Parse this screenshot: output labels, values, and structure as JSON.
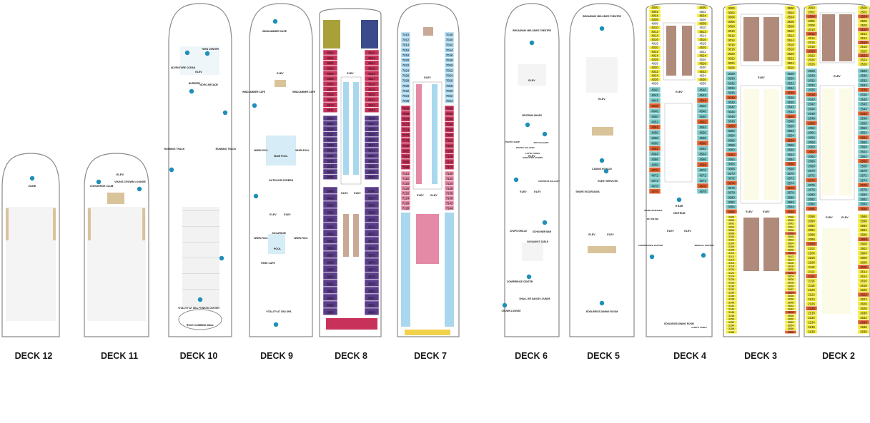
{
  "colors": {
    "hull": "#ffffff",
    "outline": "#8a8a8a",
    "wood": "#d9c39a",
    "teal": "#3aa6b9",
    "icon_blue": "#1d8fb8",
    "purple": "#5a3d8a",
    "crimson": "#c8325a",
    "olive": "#a8a13a",
    "navy": "#3a4a8a",
    "green": "#2f8a4f",
    "light_blue": "#a9d7ee",
    "pink": "#e48aa6",
    "tan": "#c9a995",
    "yellow": "#f2ea3a",
    "cyan": "#7cc9c8",
    "orange": "#e0602f",
    "brown": "#b08a7a",
    "text_dark": "#1a1a1a"
  },
  "decks": [
    {
      "key": "d12",
      "label": "DECK 12",
      "venues": [
        "ZONE"
      ]
    },
    {
      "key": "d11",
      "label": "DECK 11",
      "venues": [
        "ELEV",
        "CONCIERGE CLUB",
        "VIKING CROWN LOUNGE"
      ]
    },
    {
      "key": "d10",
      "label": "DECK 10",
      "venues": [
        "ADVENTURE OCEAN",
        "TEEN CENTER",
        "ELEV",
        "NURSERY",
        "VIDEO ARCADE",
        "RUNNING TRACK",
        "RUNNING TRACK",
        "VITALITY AT SEA FITNESS CENTER",
        "ROCK CLIMBING WALL"
      ]
    },
    {
      "key": "d9",
      "label": "DECK 9",
      "venues": [
        "WINDJAMMER CAFE",
        "WINDJAMMER CAFE",
        "WINDJAMMER CAFE",
        "ELEV",
        "MAIN POOL",
        "WHIRLPOOL",
        "WHIRLPOOL",
        "OUTDOOR SCREEN",
        "ELEV",
        "ELEV",
        "WHIRLPOOL",
        "SOLARIUM",
        "WHIRLPOOL",
        "POOL",
        "PARK CAFE",
        "VITALITY AT SEA SPA"
      ]
    },
    {
      "key": "d8",
      "label": "DECK 8",
      "venues": [
        "ELEV",
        "ELEV",
        "ELEV"
      ],
      "cabins": [
        "8500",
        "8501",
        "8502",
        "8503",
        "8504",
        "8505",
        "8506",
        "8507",
        "8508",
        "8509",
        "8510",
        "8511",
        "8512",
        "8513",
        "8514",
        "8515",
        "8516",
        "8517",
        "8518",
        "8519",
        "8520",
        "8521",
        "8522",
        "8523",
        "8524",
        "8525",
        "8526",
        "8527",
        "8528",
        "8529",
        "8530",
        "8531",
        "8532",
        "8533",
        "8534",
        "8535",
        "8536",
        "8537",
        "8538",
        "8539",
        "8540",
        "8541",
        "8542",
        "8543",
        "8544",
        "8545",
        "8546",
        "8547",
        "8548",
        "8549",
        "8550",
        "8551",
        "8552",
        "8553",
        "8554",
        "8555",
        "8556",
        "8557",
        "8558",
        "8559",
        "8560",
        "8561",
        "8562",
        "8563",
        "8564",
        "8565",
        "8566",
        "8567",
        "8568",
        "8569",
        "8570",
        "8571",
        "8572",
        "8573",
        "8574",
        "8575",
        "8576",
        "8577",
        "8578",
        "8579",
        "8580",
        "8581",
        "8582",
        "8583",
        "8584"
      ]
    },
    {
      "key": "d7",
      "label": "DECK 7",
      "venues": [
        "ELEV",
        "ELEV",
        "ELEV"
      ],
      "cabins": [
        "7010",
        "7012",
        "7014",
        "7016",
        "7018",
        "7020",
        "7022",
        "7024",
        "7026",
        "7028",
        "7030",
        "7032",
        "7034",
        "7036",
        "7038",
        "7040",
        "7042",
        "7044",
        "7046",
        "7048",
        "7050",
        "7052",
        "7054",
        "7056",
        "7058",
        "7060",
        "7062",
        "7064",
        "7066",
        "7068",
        "7070",
        "7072",
        "7074",
        "7076",
        "7078",
        "7080",
        "7082",
        "7084",
        "7086",
        "7088",
        "7090",
        "7092",
        "7094",
        "7096",
        "7098",
        "7100",
        "7102",
        "7104",
        "7106",
        "7108",
        "7110",
        "7112",
        "7114",
        "7116",
        "7118",
        "7120",
        "7122",
        "7124",
        "7126",
        "7128",
        "7130",
        "7132",
        "7134",
        "7136",
        "7138",
        "7140",
        "7142",
        "7144",
        "7146",
        "7148",
        "7150",
        "7152",
        "7154",
        "7156",
        "7158"
      ]
    },
    {
      "key": "d6",
      "label": "DECK 6",
      "venues": [
        "BROADWAY MELODIES THEATRE",
        "ELEV",
        "CENTRUM SHOPS",
        "PHOTO SHOP",
        "PHOTO GALLERY",
        "ART GALLERY",
        "LATTE-TUDES",
        "GUEST RELATIONS",
        "CENTRUM GALLERY",
        "ELEV",
        "ELEV",
        "ELEV",
        "CHOPS GRILLE",
        "SCHOONER BAR",
        "GIOVANNI'S TABLE",
        "CONFERENCE CENTER",
        "SHALL WE DANCE LOUNGE",
        "CROWN LOUNGE"
      ]
    },
    {
      "key": "d5",
      "label": "DECK 5",
      "venues": [
        "BROADWAY MELODIES THEATRE",
        "ELEV",
        "CASINO ROYALE",
        "SHORE EXCURSIONS",
        "GUEST SERVICES",
        "ELEV",
        "ELEV",
        "EDELWEISS DINING ROOM"
      ]
    },
    {
      "key": "d4",
      "label": "DECK 4",
      "venues": [
        "ELEV",
        "R BAR",
        "RC ONLINE",
        "CENTRUM",
        "MAIN ENTRANCE",
        "ELEV",
        "ELEV",
        "CONFERENCE CENTER",
        "EDELWEISS DINING ROOM",
        "CHEF'S TABLE",
        "MEDICAL CENTER"
      ],
      "cabins": [
        "4000",
        "4002",
        "4004",
        "4006",
        "4008",
        "4010",
        "4012",
        "4014",
        "4016",
        "4018",
        "4020",
        "4022",
        "4024",
        "4026",
        "4028",
        "4030",
        "4032",
        "4034",
        "4036",
        "4038",
        "4040",
        "4042",
        "4044",
        "4046",
        "4048",
        "4050",
        "4052",
        "4054",
        "4056",
        "4058",
        "4060",
        "4062",
        "4064",
        "4066",
        "4068",
        "4070",
        "4072",
        "4074",
        "4076",
        "4078",
        "4500",
        "4502",
        "4504",
        "4506",
        "4508",
        "4510",
        "4512",
        "4514",
        "4516",
        "4518",
        "4520",
        "4522",
        "4524",
        "4526",
        "4528",
        "4530",
        "4532",
        "4534",
        "4536",
        "4538",
        "4540",
        "4542",
        "4544",
        "4546",
        "4548",
        "4550",
        "4552",
        "4554",
        "4556",
        "4558",
        "4560",
        "4562",
        "4564",
        "4566",
        "4568",
        "4570",
        "4572",
        "4574",
        "4576",
        "4578"
      ]
    },
    {
      "key": "d3",
      "label": "DECK 3",
      "venues": [
        "ELEV",
        "ELEV",
        "ELEV"
      ],
      "cabins": [
        "3000",
        "3002",
        "3004",
        "3006",
        "3008",
        "3010",
        "3012",
        "3014",
        "3016",
        "3018",
        "3020",
        "3022",
        "3024",
        "3026",
        "3028",
        "3030",
        "3032",
        "3034",
        "3036",
        "3038",
        "3040",
        "3042",
        "3044",
        "3046",
        "3048",
        "3050",
        "3052",
        "3054",
        "3056",
        "3058",
        "3060",
        "3062",
        "3064",
        "3066",
        "3068",
        "3070",
        "3072",
        "3074",
        "3076",
        "3078",
        "3080",
        "3082",
        "3084",
        "3086",
        "3088",
        "3090",
        "3092",
        "3094",
        "3096",
        "3098",
        "3100",
        "3102",
        "3104",
        "3106",
        "3108",
        "3110",
        "3112",
        "3114",
        "3116",
        "3118",
        "3120",
        "3122",
        "3124",
        "3126",
        "3128",
        "3130",
        "3132",
        "3134",
        "3136",
        "3138",
        "3140",
        "3142",
        "3144",
        "3146",
        "3148",
        "3150",
        "3152",
        "3154",
        "3156",
        "3158",
        "3500",
        "3502",
        "3504",
        "3506",
        "3508",
        "3510",
        "3512",
        "3514",
        "3516",
        "3518",
        "3520",
        "3522",
        "3524",
        "3526",
        "3528",
        "3530",
        "3532",
        "3534",
        "3536",
        "3538",
        "3540",
        "3542",
        "3544",
        "3546",
        "3548",
        "3550",
        "3552",
        "3554",
        "3556",
        "3558",
        "3560",
        "3562",
        "3564",
        "3566",
        "3568",
        "3570",
        "3572",
        "3574",
        "3576",
        "3578",
        "3580",
        "3582",
        "3584",
        "3586",
        "3588",
        "3590",
        "3592",
        "3594",
        "3596",
        "3598",
        "3600",
        "3602",
        "3604",
        "3606",
        "3608",
        "3610",
        "3612",
        "3614",
        "3616",
        "3618",
        "3620",
        "3622",
        "3624",
        "3626",
        "3628",
        "3630",
        "3632",
        "3634",
        "3636",
        "3638",
        "3640",
        "3642",
        "3644",
        "3646",
        "3648",
        "3650",
        "3652",
        "3654",
        "3656",
        "3658"
      ]
    },
    {
      "key": "d2",
      "label": "DECK 2",
      "venues": [
        "ELEV",
        "ELEV",
        "ELEV"
      ],
      "cabins": [
        "2000",
        "2002",
        "2004",
        "2006",
        "2008",
        "2010",
        "2012",
        "2014",
        "2016",
        "2018",
        "2020",
        "2022",
        "2024",
        "2026",
        "2028",
        "2030",
        "2032",
        "2034",
        "2036",
        "2038",
        "2040",
        "2042",
        "2044",
        "2046",
        "2048",
        "2050",
        "2052",
        "2054",
        "2056",
        "2058",
        "2060",
        "2062",
        "2064",
        "2066",
        "2068",
        "2070",
        "2072",
        "2074",
        "2076",
        "2078",
        "2080",
        "2082",
        "2084",
        "2086",
        "2088",
        "2090",
        "2092",
        "2094",
        "2096",
        "2098",
        "2100",
        "2102",
        "2104",
        "2106",
        "2108",
        "2110",
        "2112",
        "2114",
        "2116",
        "2118",
        "2120",
        "2122",
        "2124",
        "2126",
        "2128",
        "2130",
        "2132",
        "2134",
        "2136",
        "2138",
        "2500",
        "2502",
        "2504",
        "2506",
        "2508",
        "2510",
        "2512",
        "2514",
        "2516",
        "2518",
        "2520",
        "2522",
        "2524",
        "2526",
        "2528",
        "2530",
        "2532",
        "2534",
        "2536",
        "2538",
        "2540",
        "2542",
        "2544",
        "2546",
        "2548",
        "2550",
        "2552",
        "2554",
        "2556",
        "2558",
        "2560",
        "2562",
        "2564",
        "2566",
        "2568",
        "2570",
        "2572",
        "2574",
        "2576",
        "2578",
        "2580",
        "2582",
        "2584",
        "2586",
        "2588",
        "2590",
        "2592",
        "2594",
        "2596",
        "2598",
        "2600",
        "2602",
        "2604",
        "2606",
        "2608",
        "2610",
        "2612",
        "2614",
        "2616",
        "2618",
        "2620",
        "2622",
        "2624",
        "2626",
        "2628",
        "2630",
        "2632",
        "2634",
        "2636",
        "2638"
      ]
    }
  ]
}
